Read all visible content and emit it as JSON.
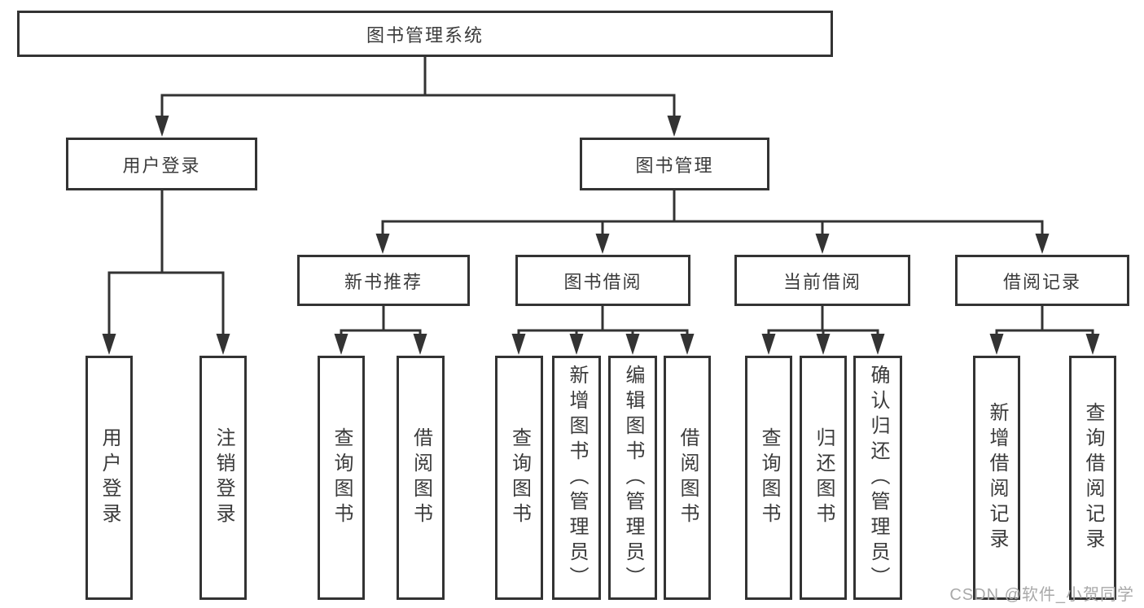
{
  "diagram": {
    "title": "图书管理系统",
    "root": "图书管理系统",
    "level2": [
      "用户登录",
      "图书管理"
    ],
    "level3": [
      "新书推荐",
      "图书借阅",
      "当前借阅",
      "借阅记录"
    ],
    "leaves": {
      "user_login": [
        "用户登录",
        "注销登录"
      ],
      "new_book_recommend": [
        "查询图书",
        "借阅图书"
      ],
      "book_borrow": [
        "查询图书",
        "新增图书（管理员）",
        "编辑图书（管理员）",
        "借阅图书"
      ],
      "current_borrow": [
        "查询图书",
        "归还图书",
        "确认归还（管理员）"
      ],
      "borrow_record": [
        "新增借阅记录",
        "查询借阅记录"
      ]
    },
    "watermark": "CSDN @软件_小贺同学",
    "colors": {
      "line": "#333333",
      "box_border": "#333333",
      "box_fill": "#ffffff",
      "text": "#3b3b3b",
      "watermark": "#a9a9a9"
    }
  }
}
